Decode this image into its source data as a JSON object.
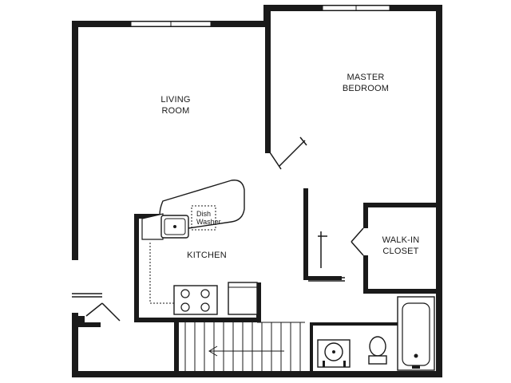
{
  "rooms": {
    "living_room": {
      "line1": "LIVING",
      "line2": "ROOM"
    },
    "master_bedroom": {
      "line1": "MASTER",
      "line2": "BEDROOM"
    },
    "walk_in_closet": {
      "line1": "WALK-IN",
      "line2": "CLOSET"
    },
    "kitchen": {
      "line1": "KITCHEN"
    }
  },
  "fixtures": {
    "dishwasher": {
      "line1": "Dish",
      "line2": "Washer"
    }
  },
  "colors": {
    "wall": "#1a1a1a",
    "background": "#ffffff"
  }
}
